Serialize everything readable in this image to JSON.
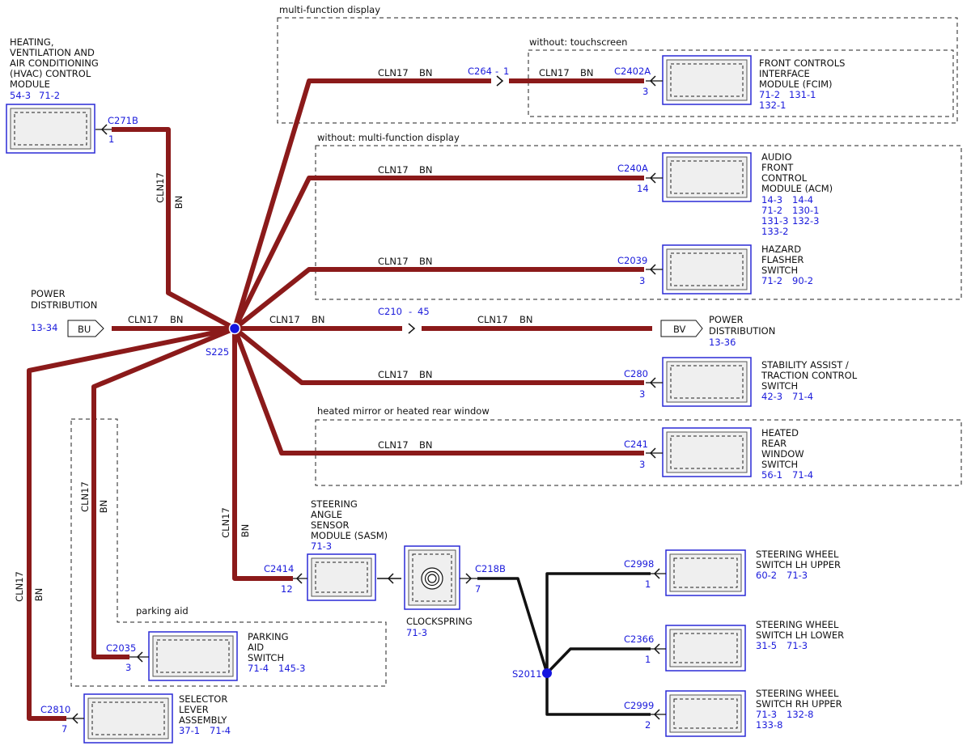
{
  "wire": {
    "circuit": "CLN17",
    "color": "BN"
  },
  "regions": {
    "mfd": "multi-function display",
    "touch": "without: touchscreen",
    "nomfd": "without: multi-function display",
    "heated": "heated mirror or heated rear window",
    "parking": "parking aid"
  },
  "splices": {
    "s225": "S225",
    "s2011": "S2011"
  },
  "power_left": {
    "label1": "POWER",
    "label2": "DISTRIBUTION",
    "ref": "13-34",
    "tag": "BU"
  },
  "power_right": {
    "label1": "POWER",
    "label2": "DISTRIBUTION",
    "ref": "13-36",
    "tag": "BV",
    "inline": "C210",
    "inline_dash": "-",
    "inline_pin": "45"
  },
  "hvac": {
    "l1": "HEATING,",
    "l2": "VENTILATION AND",
    "l3": "AIR CONDITIONING",
    "l4": "(HVAC) CONTROL",
    "l5": "MODULE",
    "r1": "54-3",
    "r2": "71-2",
    "conn": "C271B",
    "pin": "1"
  },
  "fcim": {
    "l1": "FRONT CONTROLS",
    "l2": "INTERFACE",
    "l3": "MODULE (FCIM)",
    "r1": "71-2",
    "r2": "131-1",
    "r3": "132-1",
    "conn": "C2402A",
    "pin": "3",
    "inline": "C264",
    "inline_dash": "-",
    "inline_pin": "1"
  },
  "acm": {
    "l1": "AUDIO",
    "l2": "FRONT",
    "l3": "CONTROL",
    "l4": "MODULE (ACM)",
    "r1": "14-3",
    "r2": "14-4",
    "r3": "71-2",
    "r4": "130-1",
    "r5": "131-3",
    "r6": "132-3",
    "r7": "133-2",
    "conn": "C240A",
    "pin": "14"
  },
  "hazard": {
    "l1": "HAZARD",
    "l2": "FLASHER",
    "l3": "SWITCH",
    "r1": "71-2",
    "r2": "90-2",
    "conn": "C2039",
    "pin": "3"
  },
  "stability": {
    "l1": "STABILITY ASSIST /",
    "l2": "TRACTION CONTROL",
    "l3": "SWITCH",
    "r1": "42-3",
    "r2": "71-4",
    "conn": "C280",
    "pin": "3"
  },
  "heated_rear": {
    "l1": "HEATED",
    "l2": "REAR",
    "l3": "WINDOW",
    "l4": "SWITCH",
    "r1": "56-1",
    "r2": "71-4",
    "conn": "C241",
    "pin": "3"
  },
  "sasm": {
    "l1": "STEERING",
    "l2": "ANGLE",
    "l3": "SENSOR",
    "l4": "MODULE (SASM)",
    "r1": "71-3",
    "conn": "C2414",
    "pin": "12"
  },
  "clockspring": {
    "l1": "CLOCKSPRING",
    "r1": "71-3",
    "conn": "C218B",
    "pin": "7"
  },
  "parking": {
    "l1": "PARKING",
    "l2": "AID",
    "l3": "SWITCH",
    "r1": "71-4",
    "r2": "145-3",
    "conn": "C2035",
    "pin": "3"
  },
  "selector": {
    "l1": "SELECTOR",
    "l2": "LEVER",
    "l3": "ASSEMBLY",
    "r1": "37-1",
    "r2": "71-4",
    "conn": "C2810",
    "pin": "7"
  },
  "swlu": {
    "l1": "STEERING WHEEL",
    "l2": "SWITCH LH UPPER",
    "r1": "60-2",
    "r2": "71-3",
    "conn": "C2998",
    "pin": "1"
  },
  "swll": {
    "l1": "STEERING WHEEL",
    "l2": "SWITCH LH LOWER",
    "r1": "31-5",
    "r2": "71-3",
    "conn": "C2366",
    "pin": "1"
  },
  "swru": {
    "l1": "STEERING WHEEL",
    "l2": "SWITCH RH UPPER",
    "r1": "71-3",
    "r2": "132-8",
    "r3": "133-8",
    "conn": "C2999",
    "pin": "2"
  }
}
